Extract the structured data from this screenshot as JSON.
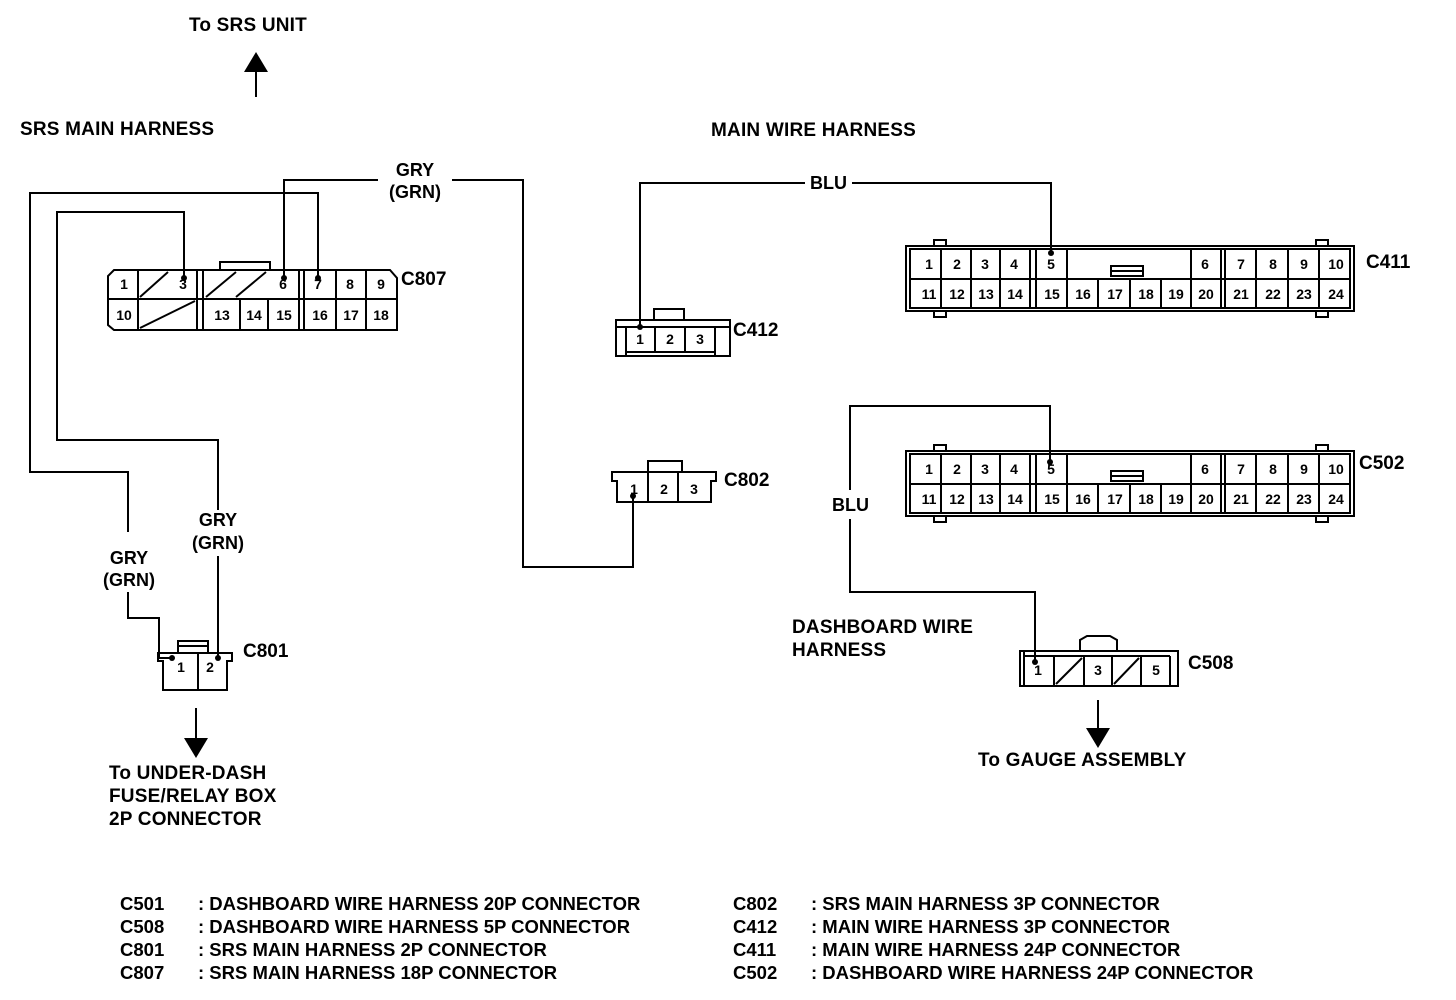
{
  "labels": {
    "to_srs_unit": "To SRS UNIT",
    "srs_main_harness": "SRS MAIN HARNESS",
    "main_wire_harness": "MAIN WIRE HARNESS",
    "dashboard_wire_harness_1": "DASHBOARD WIRE",
    "dashboard_wire_harness_2": "HARNESS",
    "to_underdash_1": "To UNDER-DASH",
    "to_underdash_2": "FUSE/RELAY BOX",
    "to_underdash_3": "2P CONNECTOR",
    "to_gauge": "To GAUGE ASSEMBLY"
  },
  "wire_colors": {
    "gry_top": "GRY",
    "grn_top": "(GRN)",
    "gry_mid": "GRY",
    "grn_mid": "(GRN)",
    "gry_low": "GRY",
    "grn_low": "(GRN)",
    "blu_top": "BLU",
    "blu_mid": "BLU"
  },
  "connectors": {
    "c807": "C807",
    "c412": "C412",
    "c411": "C411",
    "c802": "C802",
    "c502": "C502",
    "c801": "C801",
    "c508": "C508"
  },
  "pins": {
    "c807_top": [
      "1",
      "3",
      "6",
      "7",
      "8",
      "9"
    ],
    "c807_bottom": [
      "10",
      "13",
      "14",
      "15",
      "16",
      "17",
      "18"
    ],
    "c412": [
      "1",
      "2",
      "3"
    ],
    "c802": [
      "1",
      "2",
      "3"
    ],
    "c801": [
      "1",
      "2"
    ],
    "c508": [
      "1",
      "3",
      "5"
    ],
    "c24_top": [
      "1",
      "2",
      "3",
      "4",
      "5",
      "6",
      "7",
      "8",
      "9",
      "10"
    ],
    "c24_bottom": [
      "11",
      "12",
      "13",
      "14",
      "15",
      "16",
      "17",
      "18",
      "19",
      "20",
      "21",
      "22",
      "23",
      "24"
    ]
  },
  "legend_left": [
    {
      "code": "C501",
      "desc": ": DASHBOARD WIRE HARNESS 20P CONNECTOR"
    },
    {
      "code": "C508",
      "desc": ": DASHBOARD WIRE HARNESS 5P CONNECTOR"
    },
    {
      "code": "C801",
      "desc": ": SRS MAIN HARNESS 2P CONNECTOR"
    },
    {
      "code": "C807",
      "desc": ": SRS MAIN HARNESS 18P CONNECTOR"
    }
  ],
  "legend_right": [
    {
      "code": "C802",
      "desc": ": SRS MAIN HARNESS 3P CONNECTOR"
    },
    {
      "code": "C412",
      "desc": ": MAIN WIRE HARNESS 3P CONNECTOR"
    },
    {
      "code": "C411",
      "desc": ": MAIN WIRE HARNESS 24P CONNECTOR"
    },
    {
      "code": "C502",
      "desc": ": DASHBOARD WIRE HARNESS 24P CONNECTOR"
    }
  ]
}
